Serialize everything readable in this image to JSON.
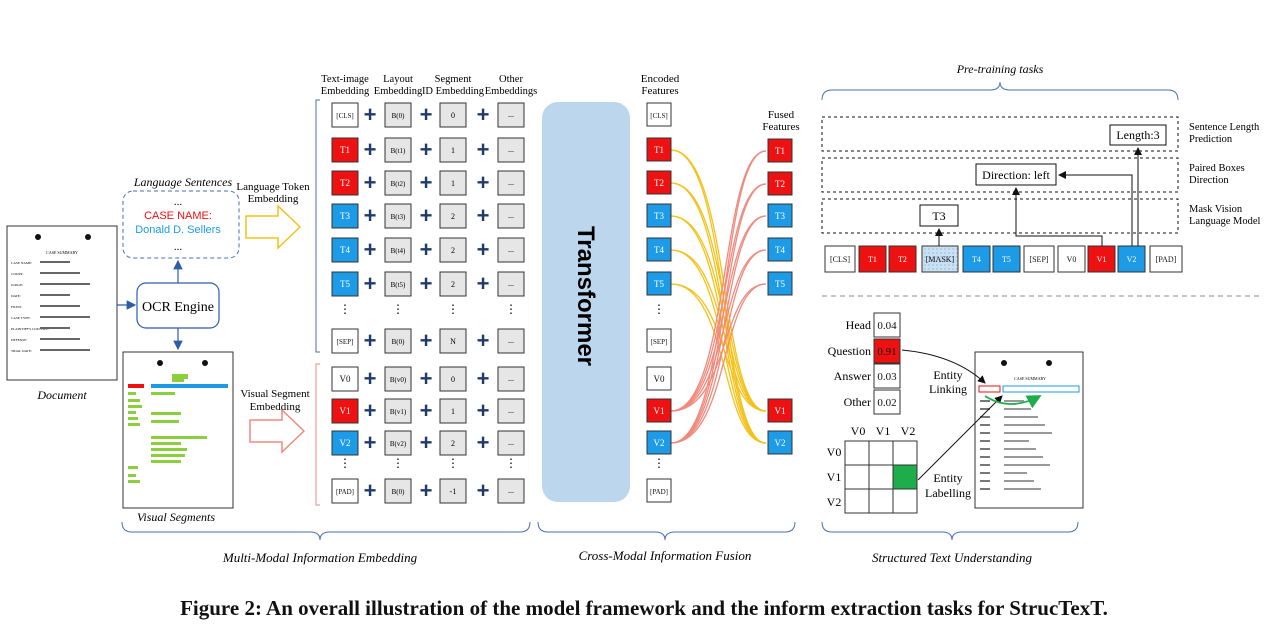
{
  "caption": "Figure 2: An overall illustration of the model framework and the inform extraction tasks for StrucTexT.",
  "colors": {
    "red": "#ee1111",
    "blue": "#1e9be6",
    "gray": "#e6e6e6",
    "transformer": "#bcd6ee",
    "yellow": "#f4c21b",
    "salmon": "#f08a7e",
    "green": "#1fad4b"
  },
  "left": {
    "document_label": "Document",
    "lang_title": "Language Sentences",
    "case_name": "CASE NAME:",
    "person": "Donald D. Sellers",
    "ellipsis": "...",
    "ocr": "OCR Engine",
    "visual_segments": "Visual Segments",
    "doc_header": "CASE SUMMARY",
    "doc_fields": [
      "CASE NAME:",
      "COURT:",
      "JUDGE:",
      "DATE:",
      "FILED:",
      "CASE TYPE:",
      "PLAINTIFF'S COUNSEL:",
      "DEFENSE:",
      "TRIAL DATE:"
    ]
  },
  "embedding": {
    "lang_token_label": "Language Token Embedding",
    "visual_segment_label": "Visual Segment Embedding",
    "headers": [
      "Text-image Embedding",
      "Layout Embedding",
      "Segment ID Embedding",
      "Other Embeddings"
    ],
    "rows": [
      {
        "token": "[CLS]",
        "color": "white",
        "layout": "B(0)",
        "seg": "0"
      },
      {
        "token": "T1",
        "color": "red",
        "layout": "B(t1)",
        "seg": "1"
      },
      {
        "token": "T2",
        "color": "red",
        "layout": "B(t2)",
        "seg": "1"
      },
      {
        "token": "T3",
        "color": "blue",
        "layout": "B(t3)",
        "seg": "2"
      },
      {
        "token": "T4",
        "color": "blue",
        "layout": "B(t4)",
        "seg": "2"
      },
      {
        "token": "T5",
        "color": "blue",
        "layout": "B(t5)",
        "seg": "2"
      },
      {
        "token": "[SEP]",
        "color": "white",
        "layout": "B(0)",
        "seg": "N"
      },
      {
        "token": "V0",
        "color": "white",
        "layout": "B(v0)",
        "seg": "0"
      },
      {
        "token": "V1",
        "color": "red",
        "layout": "B(v1)",
        "seg": "1"
      },
      {
        "token": "V2",
        "color": "blue",
        "layout": "B(v2)",
        "seg": "2"
      },
      {
        "token": "[PAD]",
        "color": "white",
        "layout": "B(0)",
        "seg": "-1"
      }
    ],
    "other_text": "...",
    "vdots": "⋮",
    "plus": "+"
  },
  "fusion": {
    "transformer": "Transformer",
    "encoded_label": "Encoded Features",
    "fused_label": "Fused Features",
    "encoded": [
      {
        "token": "[CLS]",
        "color": "white"
      },
      {
        "token": "T1",
        "color": "red"
      },
      {
        "token": "T2",
        "color": "red"
      },
      {
        "token": "T3",
        "color": "blue"
      },
      {
        "token": "T4",
        "color": "blue"
      },
      {
        "token": "T5",
        "color": "blue"
      },
      {
        "token": "[SEP]",
        "color": "white"
      },
      {
        "token": "V0",
        "color": "white"
      },
      {
        "token": "V1",
        "color": "red"
      },
      {
        "token": "V2",
        "color": "blue"
      },
      {
        "token": "[PAD]",
        "color": "white"
      }
    ],
    "fused": [
      {
        "token": "T1",
        "color": "red"
      },
      {
        "token": "T2",
        "color": "red"
      },
      {
        "token": "T3",
        "color": "blue"
      },
      {
        "token": "T4",
        "color": "blue"
      },
      {
        "token": "T5",
        "color": "blue"
      },
      {
        "token": "V1",
        "color": "red"
      },
      {
        "token": "V2",
        "color": "blue"
      }
    ]
  },
  "pretrain": {
    "title": "Pre-training tasks",
    "tasks": [
      "Sentence Length Prediction",
      "Paired Boxes Direction",
      "Mask Vision Language Model"
    ],
    "length_box": "Length:3",
    "direction_box": "Direction: left",
    "t3_box": "T3",
    "sequence": [
      {
        "token": "[CLS]",
        "color": "white"
      },
      {
        "token": "T1",
        "color": "red"
      },
      {
        "token": "T2",
        "color": "red"
      },
      {
        "token": "[MASK]",
        "color": "mask"
      },
      {
        "token": "T4",
        "color": "blue"
      },
      {
        "token": "T5",
        "color": "blue"
      },
      {
        "token": "[SEP]",
        "color": "white"
      },
      {
        "token": "V0",
        "color": "white"
      },
      {
        "token": "V1",
        "color": "red"
      },
      {
        "token": "V2",
        "color": "blue"
      },
      {
        "token": "[PAD]",
        "color": "white"
      }
    ]
  },
  "structured": {
    "classes": [
      {
        "label": "Head",
        "score": "0.04",
        "highlight": false
      },
      {
        "label": "Question",
        "score": "0.91",
        "highlight": true
      },
      {
        "label": "Answer",
        "score": "0.03",
        "highlight": false
      },
      {
        "label": "Other",
        "score": "0.02",
        "highlight": false
      }
    ],
    "entity_linking": "Entity Linking",
    "entity_labelling": "Entity Labelling",
    "grid_cols": [
      "V0",
      "V1",
      "V2"
    ],
    "grid_rows": [
      "V0",
      "V1",
      "V2"
    ],
    "grid_active": [
      1,
      2
    ],
    "doc_header": "CASE SUMMARY"
  },
  "sections": {
    "multi_modal": "Multi-Modal Information Embedding",
    "cross_modal": "Cross-Modal Information Fusion",
    "structured": "Structured Text Understanding"
  }
}
